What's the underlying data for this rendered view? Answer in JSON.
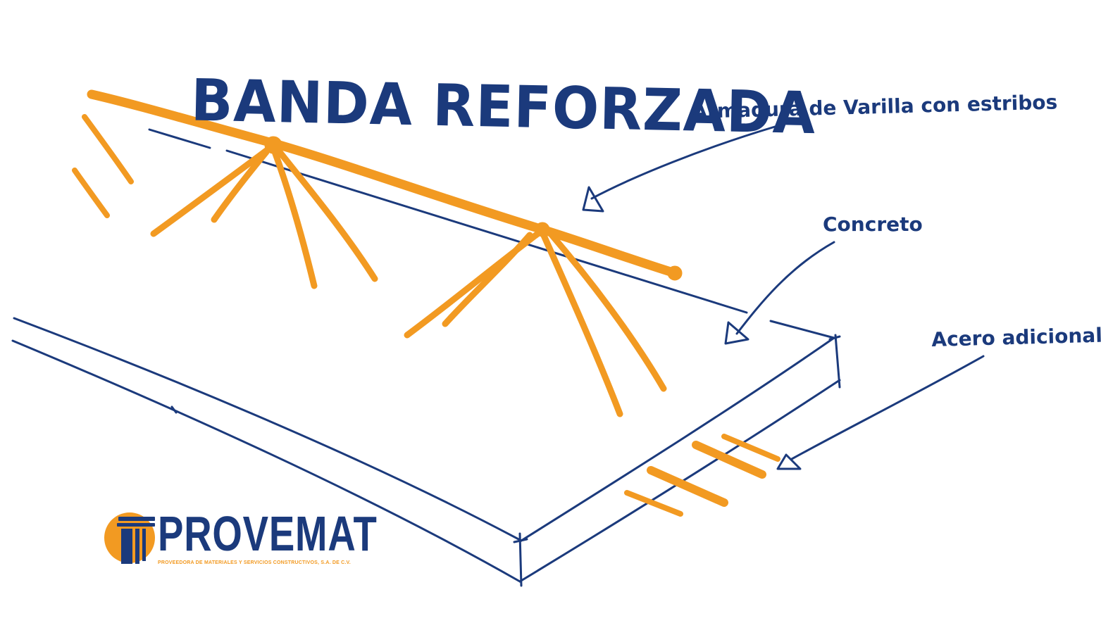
{
  "title": "BANDA REFORZADA",
  "labels": {
    "armadura": "Armadura de Varilla con estribos",
    "concreto": "Concreto",
    "acero": "Acero adicional"
  },
  "logo": {
    "name": "PROVEMAT",
    "tagline": "PROVEEDORA DE MATERIALES Y SERVICIOS CONSTRUCTIVOS, S.A. DE C.V."
  },
  "colors": {
    "ink": "#1b3a7c",
    "orange": "#f29a22",
    "background": "#ffffff"
  }
}
